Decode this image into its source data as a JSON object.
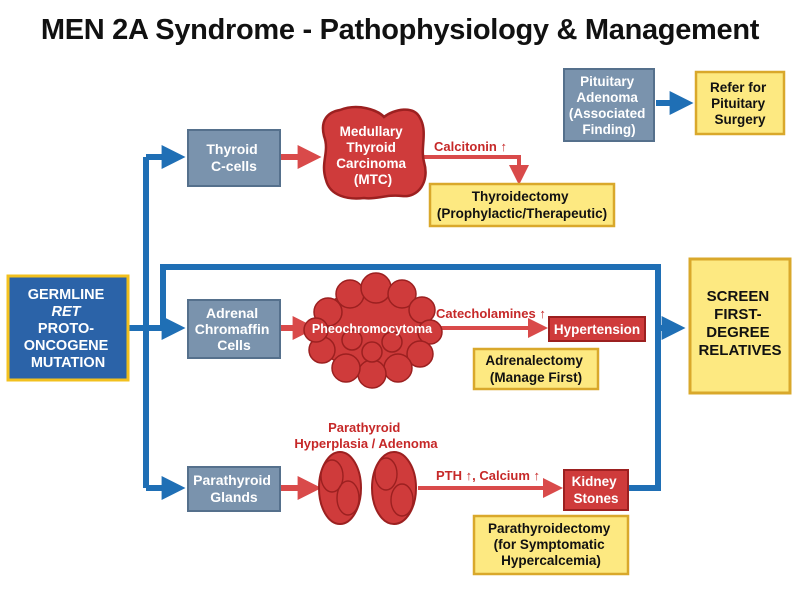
{
  "title": "MEN 2A Syndrome - Pathophysiology & Management",
  "nodes": {
    "germline": [
      "GERMLINE",
      "RET",
      "PROTO-",
      "ONCOGENE",
      "MUTATION"
    ],
    "thyroid_c_cells": [
      "Thyroid",
      "C-cells"
    ],
    "mtc": [
      "Medullary",
      "Thyroid",
      "Carcinoma",
      "(MTC)"
    ],
    "thyroidectomy": [
      "Thyroidectomy",
      "(Prophylactic/Therapeutic)"
    ],
    "pituitary": [
      "Pituitary",
      "Adenoma",
      "(Associated",
      "Finding)"
    ],
    "pituitary_surgery": [
      "Refer for",
      "Pituitary",
      "Surgery"
    ],
    "adrenal": [
      "Adrenal",
      "Chromaffin",
      "Cells"
    ],
    "pheo": "Pheochromocytoma",
    "hypertension": "Hypertension",
    "adrenalectomy": [
      "Adrenalectomy",
      "(Manage First)"
    ],
    "screen": [
      "SCREEN",
      "FIRST-",
      "DEGREE",
      "RELATIVES"
    ],
    "parathyroid_glands": [
      "Parathyroid",
      "Glands"
    ],
    "parathyroid_title": [
      "Parathyroid",
      "Hyperplasia / Adenoma"
    ],
    "kidney_stones": [
      "Kidney",
      "Stones"
    ],
    "parathyroidectomy": [
      "Parathyroidectomy",
      "(for Symptomatic",
      "Hypercalcemia)"
    ]
  },
  "edge_labels": {
    "calcitonin": "Calcitonin ↑",
    "catecholamines": "Catecholamines ↑",
    "pth_calcium": "PTH ↑, Calcium ↑"
  },
  "colors": {
    "blue_arrow": "#1f6fb5",
    "red_arrow": "#d94a4a",
    "gray_box": "#7a93ad",
    "gray_box_border": "#55708c",
    "yellow_box": "#fde981",
    "yellow_border": "#d9a82b",
    "germline_fill": "#2b63a8",
    "germline_border": "#f2c01e",
    "red_organ": "#cf3b3b",
    "red_organ_dark": "#9c2020",
    "red_text": "#c62828"
  }
}
